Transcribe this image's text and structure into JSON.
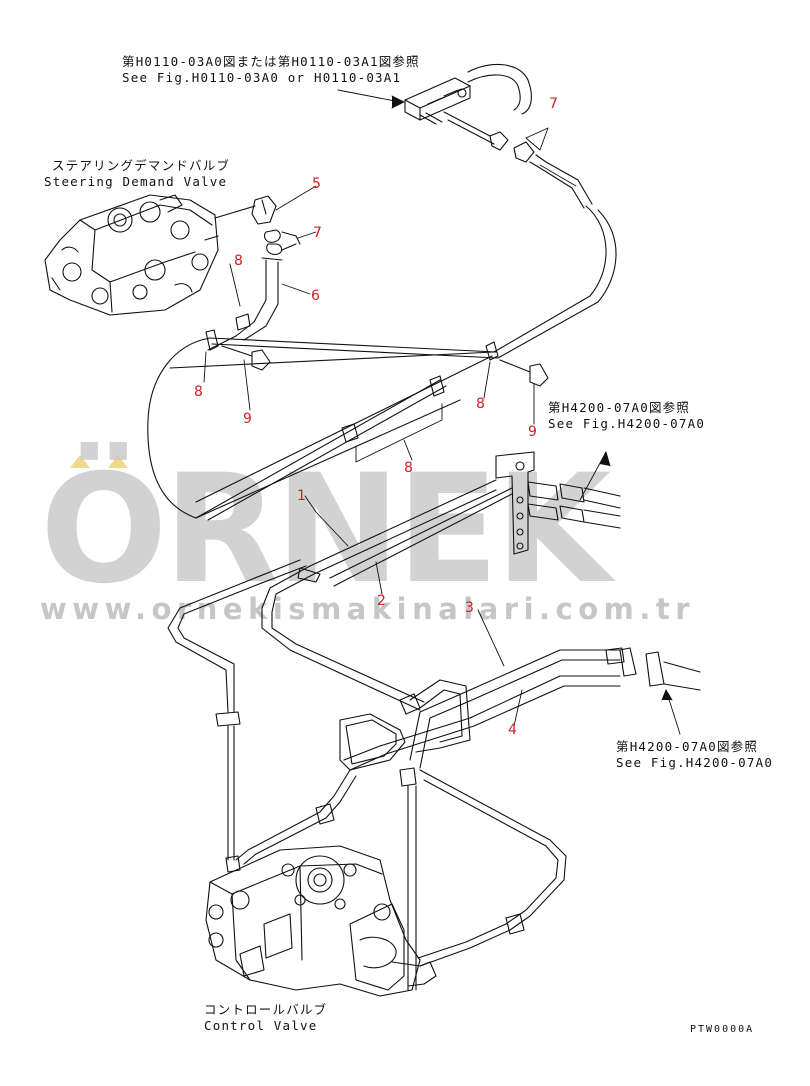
{
  "refs": {
    "top": {
      "jp": "第H0110-03A0図または第H0110-03A1図参照",
      "en": "See Fig.H0110-03A0 or H0110-03A1"
    },
    "right_upper": {
      "jp": "第H4200-07A0図参照",
      "en": "See Fig.H4200-07A0"
    },
    "right_lower": {
      "jp": "第H4200-07A0図参照",
      "en": "See Fig.H4200-07A0"
    }
  },
  "components": {
    "steering": {
      "jp": "ステアリングデマンドバルブ",
      "en": "Steering Demand Valve"
    },
    "control": {
      "jp": "コントロールバルブ",
      "en": "Control Valve"
    }
  },
  "callouts": {
    "c7a": "7",
    "c5": "5",
    "c7b": "7",
    "c8a": "8",
    "c6": "6",
    "c8b": "8",
    "c9a": "9",
    "c8c": "8",
    "c9b": "9",
    "c8d": "8",
    "c1": "1",
    "c2": "2",
    "c3": "3",
    "c4": "4"
  },
  "watermark": {
    "brand": "ÖRNEK",
    "url": "www.ornekismakinalari.com.tr"
  },
  "drawing_code": "PTW0000A",
  "colors": {
    "callout": "#d02020",
    "line": "#111111",
    "watermark": "#c4c4c4"
  }
}
